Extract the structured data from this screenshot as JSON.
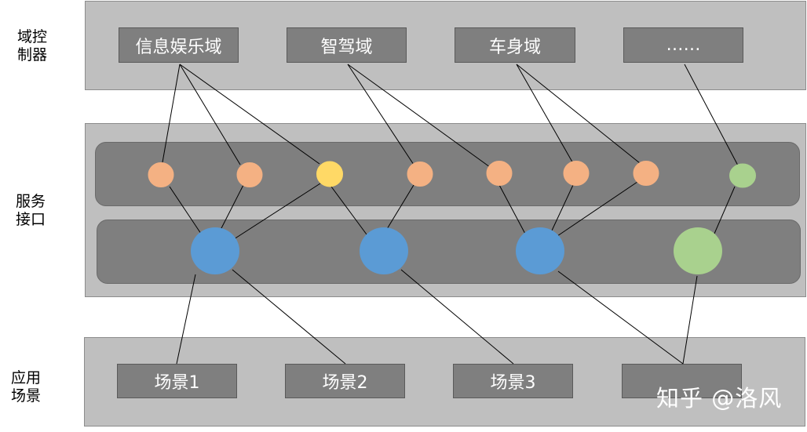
{
  "labels": {
    "domain_controller": [
      "域控",
      "制器"
    ],
    "service_interface": [
      "服务",
      "接口"
    ],
    "app_scene": [
      "应用",
      "场景"
    ]
  },
  "domains": [
    "信息娱乐域",
    "智驾域",
    "车身域",
    "……"
  ],
  "scenes": [
    "场景1",
    "场景2",
    "场景3",
    ""
  ],
  "watermark": "知乎 @洛风",
  "colors": {
    "band": "#bfbfbf",
    "box": "#7f7f7f",
    "orange": "#f4b183",
    "yellow": "#ffd966",
    "green": "#a9d18e",
    "blue": "#5b9bd5"
  }
}
